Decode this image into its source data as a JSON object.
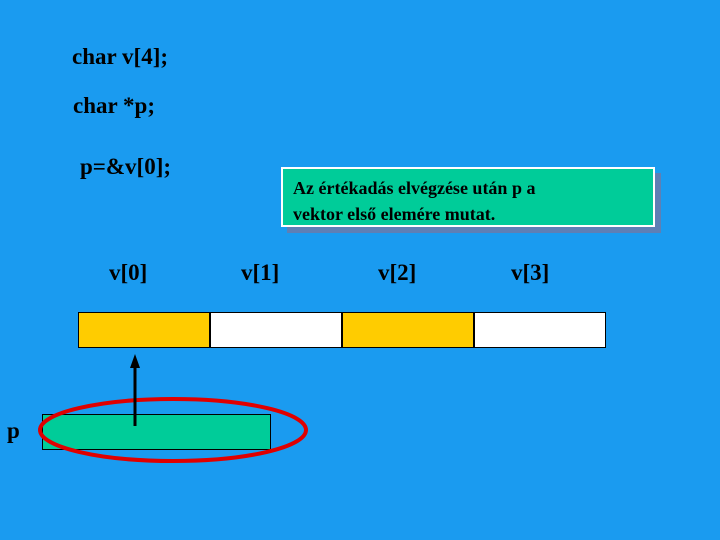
{
  "code": {
    "line1": "char v[4];",
    "line2": "char *p;",
    "line3": "p=&v[0];"
  },
  "note": {
    "line1": "Az értékadás elvégzése után p a",
    "line2": "vektor első elemére mutat."
  },
  "vector": {
    "indices": [
      "v[0]",
      "v[1]",
      "v[2]",
      "v[3]"
    ],
    "cell_colors": [
      "#ffcc00",
      "#ffffff",
      "#ffcc00",
      "#ffffff"
    ]
  },
  "pointer": {
    "label": "p",
    "cell_color": "#00cc99",
    "highlight_color": "#e00000",
    "arrow_color": "#000000"
  }
}
